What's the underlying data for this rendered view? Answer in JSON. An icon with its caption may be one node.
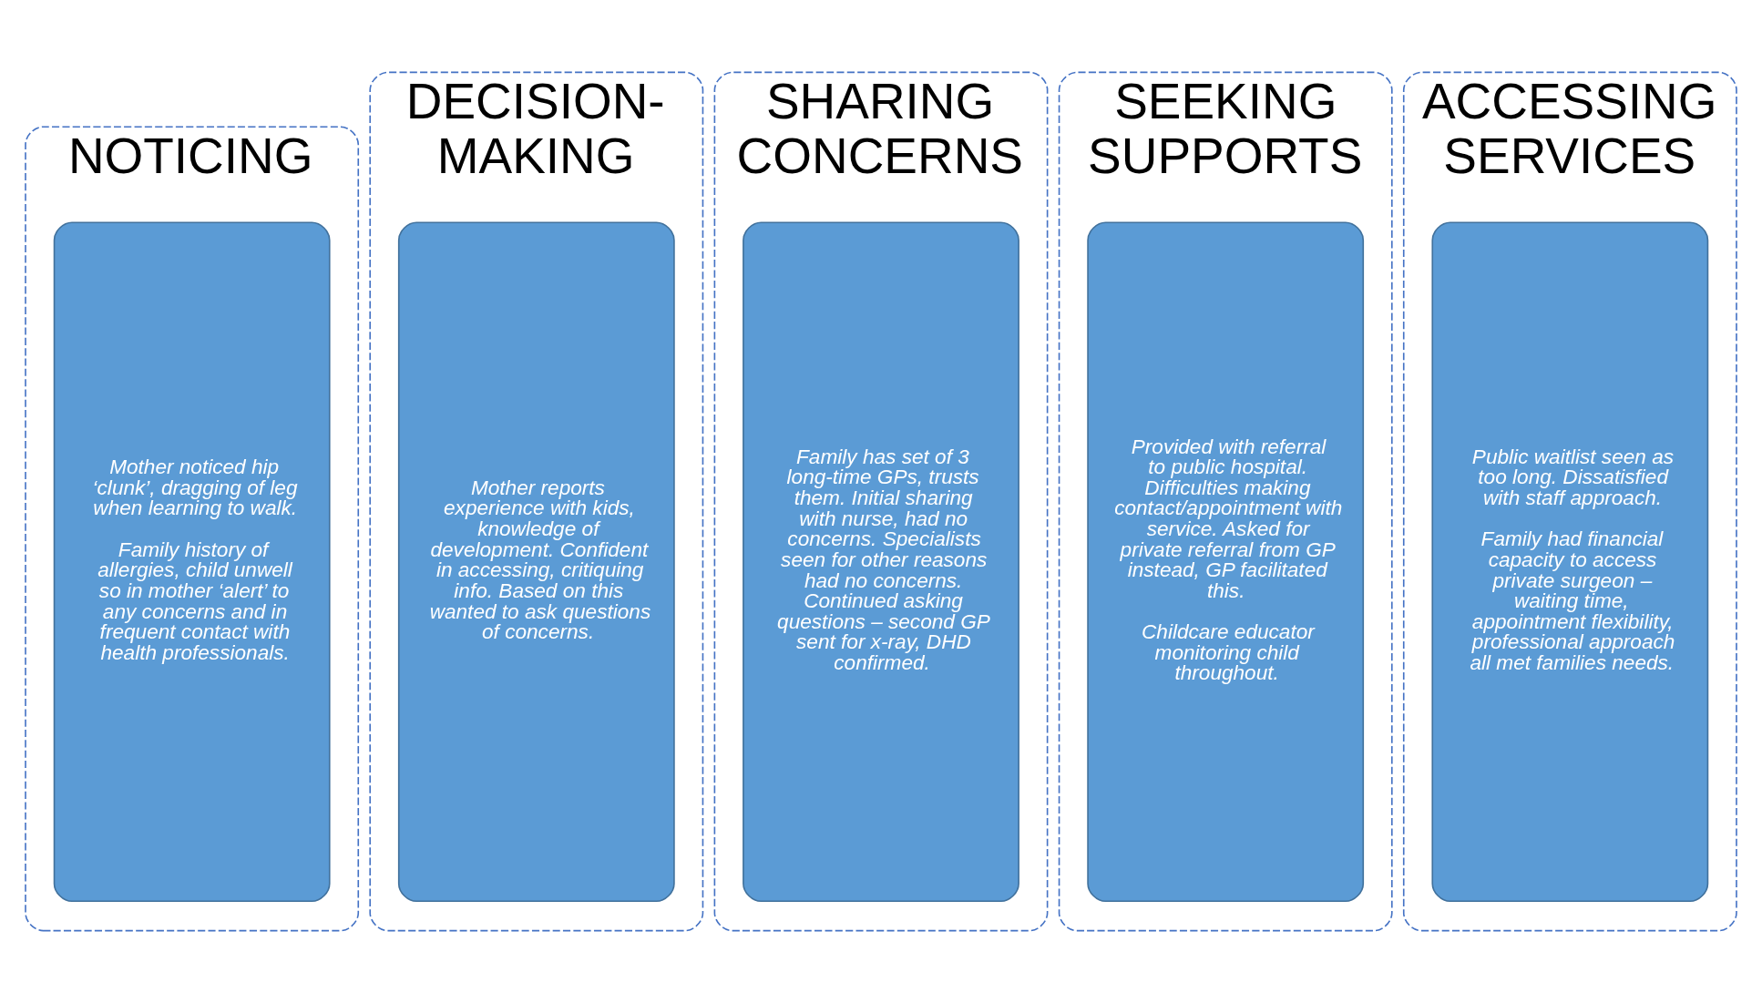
{
  "diagram": {
    "nodes": [
      {
        "text": [
          "NOTICING"
        ]
      },
      {
        "text": [
          "Mother noticed hip ‘clunk’, dragging of leg when learning to walk.",
          "Family history of allergies, child unwell so in mother ‘alert’ to any concerns and in frequent contact with health professionals."
        ],
        "in": 0
      },
      {
        "text": [
          "DECISION-MAKING"
        ]
      },
      {
        "text": [
          "Mother reports experience with kids, knowledge of development. Confident in accessing, critiquing info. Based on this wanted to ask questions of concerns."
        ],
        "in": 2
      },
      {
        "text": [
          "SHARING CONCERNS"
        ]
      },
      {
        "text": [
          "Family has set of 3 long-time GPs, trusts them. Initial sharing with nurse, had no concerns. Specialists seen for other reasons had no concerns. Continued asking questions – second GP sent for x-ray, DHD confirmed."
        ],
        "in": 4
      },
      {
        "text": [
          "SEEKING SUPPORTS"
        ]
      },
      {
        "text": [
          "Provided with referral to public hospital. Difficulties making contact/appointment with service. Asked for private referral from GP instead, GP facilitated this.",
          "Childcare educator monitoring child throughout."
        ],
        "in": 6
      },
      {
        "text": [
          "ACCESSING SERVICES"
        ]
      },
      {
        "text": [
          "Public waitlist seen as too long. Dissatisfied with staff approach.",
          "Family had financial capacity to access private surgeon – waiting time, appointment flexibility, professional approach all met families needs."
        ],
        "in": 8
      }
    ],
    "edges": []
  }
}
